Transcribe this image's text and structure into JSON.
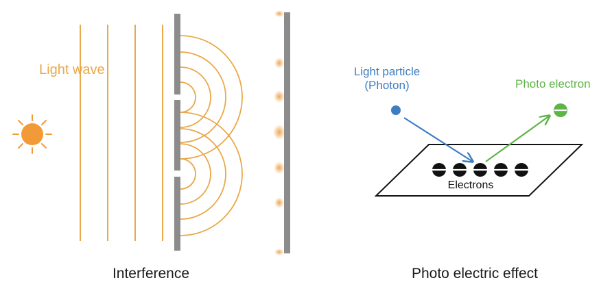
{
  "interference": {
    "caption": "Interference",
    "wave_label": "Light wave"
  },
  "photoelectric": {
    "caption": "Photo electric effect",
    "particle_label_line1": "Light particle",
    "particle_label_line2": "(Photon)",
    "electron_out_label": "Photo electron",
    "electrons_label": "Electrons"
  },
  "colors": {
    "wave": "#E9A84A",
    "sun": "#F29A38",
    "barrier": "#8C8C8C",
    "photon": "#3D7DC2",
    "photo_electron": "#5DB546",
    "electron": "#111111"
  },
  "icons": {
    "source": "sun-icon",
    "electron": "electron-icon"
  }
}
